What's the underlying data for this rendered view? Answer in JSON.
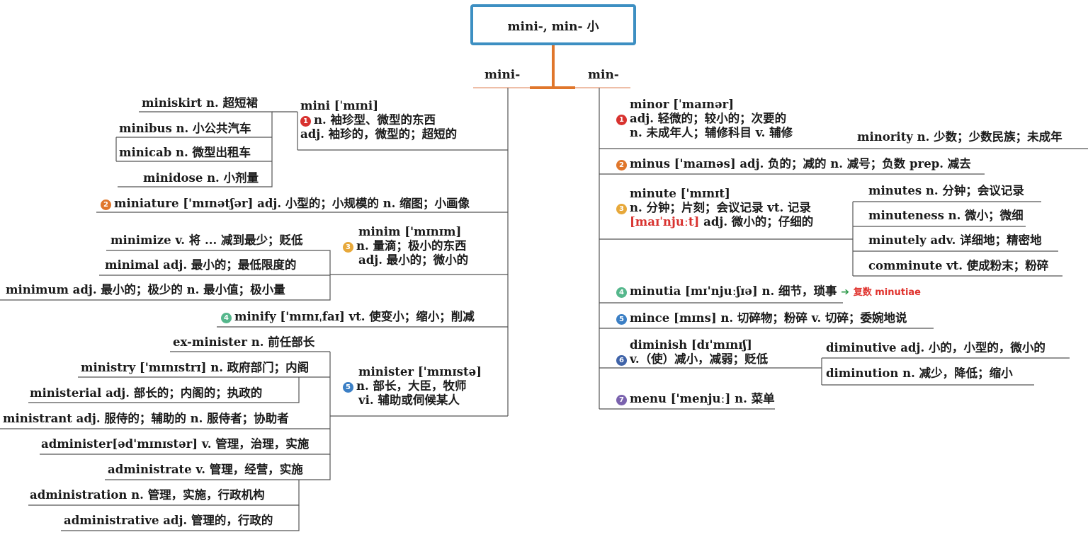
{
  "root": {
    "label": "mini-, min- 小"
  },
  "branches": {
    "left": "mini-",
    "right": "min-"
  },
  "left": {
    "mini": {
      "num": "1",
      "head": "mini [ˈmɪni]",
      "l1": "n. 袖珍型、微型的东西",
      "l2": "adj. 袖珍的，微型的；超短的",
      "children": [
        "miniskirt n. 超短裙",
        "minibus n. 小公共汽车",
        "minicab n. 微型出租车",
        "minidose n. 小剂量"
      ]
    },
    "miniature": {
      "num": "2",
      "text": "miniature ['mɪnətʃər] adj. 小型的；小规模的 n. 缩图；小画像"
    },
    "minim": {
      "num": "3",
      "head": "minim ['mɪnɪm]",
      "l1": "n. 量滴；极小的东西",
      "l2": "adj. 最小的；微小的",
      "children": [
        "minimize v. 将 ... 减到最少；贬低",
        "minimal adj. 最小的；最低限度的",
        "minimum adj. 最小的；极少的 n. 最小值；极小量"
      ]
    },
    "minify": {
      "num": "4",
      "text": "minify ['mɪnɪˌfaɪ] vt. 使变小；缩小；削减"
    },
    "minister": {
      "num": "5",
      "head": "minister ['mɪnɪstə]",
      "l1": "n. 部长，大臣，牧师",
      "l2": "vi. 辅助或伺候某人",
      "children": [
        "ex-minister n. 前任部长",
        "ministry ['mɪnɪstrɪ] n. 政府部门；内阁",
        "ministerial adj. 部长的；内阁的；执政的",
        "ministrant adj. 服侍的；辅助的 n. 服侍者；协助者",
        "administer[əd'mɪnɪstər] v. 管理，治理，实施",
        "administrate v. 管理，经营，实施",
        "administration n. 管理，实施，行政机构",
        "administrative adj. 管理的，行政的"
      ]
    }
  },
  "right": {
    "minor": {
      "num": "1",
      "head": "minor [ˈmaɪnər]",
      "l1": "adj. 轻微的；较小的；次要的",
      "l2": "n. 未成年人；辅修科目 v. 辅修",
      "child": "minority n. 少数；少数民族；未成年"
    },
    "minus": {
      "num": "2",
      "text": "minus ['maɪnəs] adj. 负的；减的 n. 减号；负数 prep. 减去"
    },
    "minute": {
      "num": "3",
      "head": "minute ['mɪnɪt]",
      "l1": "n. 分钟；片刻；会议记录 vt. 记录",
      "pron2": "[maɪˈnjuːt]",
      "l2": "adj. 微小的；仔细的",
      "children": [
        "minutes n. 分钟；会议记录",
        "minuteness n. 微小；微细",
        "minutely adv. 详细地；精密地",
        "comminute vt. 使成粉末；粉碎"
      ]
    },
    "minutia": {
      "num": "4",
      "text": "minutia [mɪ'njuːʃɪə] n. 细节，琐事",
      "plural": "复数 minutiae"
    },
    "mince": {
      "num": "5",
      "text": "mince [mɪns] n. 切碎物；粉碎 v. 切碎；委婉地说"
    },
    "diminish": {
      "num": "6",
      "head": "diminish [dɪ'mɪnɪʃ]",
      "l1": "v.（使）减小，减弱；贬低",
      "children": [
        "diminutive adj. 小的，小型的，微小的",
        "diminution n. 减少，降低；缩小"
      ]
    },
    "menu": {
      "num": "7",
      "text": "menu ['menjuː] n. 菜单"
    }
  },
  "colors": {
    "root_border": "#3d8fc2",
    "connector": "#e0762b",
    "line": "#555555"
  }
}
